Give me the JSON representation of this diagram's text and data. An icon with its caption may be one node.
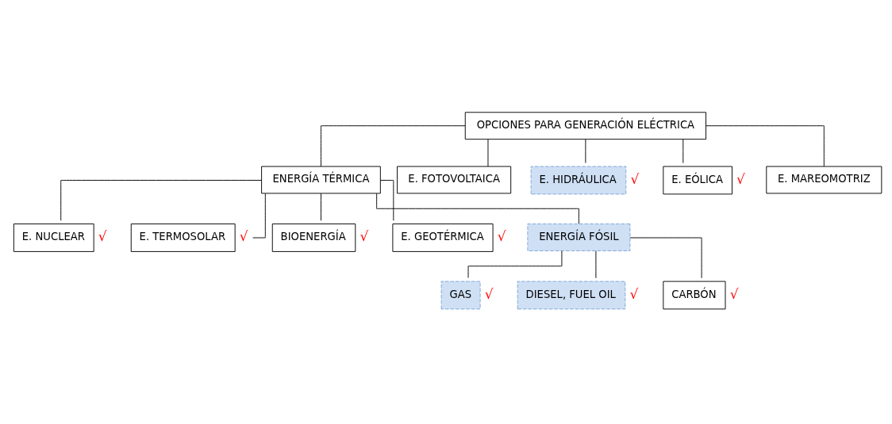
{
  "diagram": {
    "nodes": [
      {
        "text": [
          "OPCIONES PARA GENERACIÓN ELÉCTRICA"
        ]
      },
      {
        "text": [
          "ENERGÍA TÉRMICA"
        ]
      },
      {
        "text": [
          "E. FOTOVOLTAICA"
        ]
      },
      {
        "text": [
          "E. HIDRÁULICA"
        ],
        "beside": [
          "√"
        ]
      },
      {
        "text": [
          "E. EÓLICA"
        ],
        "beside": [
          "√"
        ]
      },
      {
        "text": [
          "E. MAREOMOTRIZ"
        ]
      },
      {
        "text": [
          "E. NUCLEAR"
        ],
        "beside": [
          "√"
        ]
      },
      {
        "text": [
          "E. TERMOSOLAR"
        ],
        "beside": [
          "√"
        ]
      },
      {
        "text": [
          "BIOENERGÍA"
        ],
        "beside": [
          "√"
        ]
      },
      {
        "text": [
          "E. GEOTÉRMICA"
        ],
        "beside": [
          "√"
        ]
      },
      {
        "text": [
          "ENERGÍA FÓSIL"
        ]
      },
      {
        "text": [
          "GAS"
        ],
        "beside": [
          "√"
        ]
      },
      {
        "text": [
          "DIESEL, FUEL OIL"
        ],
        "beside": [
          "√"
        ]
      },
      {
        "text": [
          "CARBÓN"
        ],
        "beside": [
          "√"
        ]
      }
    ],
    "edges": [
      {
        "from": 0,
        "to": 1,
        "arrow": "none"
      },
      {
        "from": 0,
        "to": 2,
        "arrow": "none"
      },
      {
        "from": 0,
        "to": 3,
        "arrow": "none"
      },
      {
        "from": 0,
        "to": 4,
        "arrow": "none"
      },
      {
        "from": 0,
        "to": 5,
        "arrow": "none"
      },
      {
        "from": 1,
        "to": 6,
        "arrow": "none"
      },
      {
        "from": 1,
        "to": 7,
        "arrow": "none"
      },
      {
        "from": 1,
        "to": 8,
        "arrow": "none"
      },
      {
        "from": 1,
        "to": 9,
        "arrow": "none"
      },
      {
        "from": 1,
        "to": 10,
        "arrow": "none"
      },
      {
        "from": 10,
        "to": 11,
        "arrow": "none"
      },
      {
        "from": 10,
        "to": 12,
        "arrow": "none"
      },
      {
        "from": 10,
        "to": 13,
        "arrow": "none"
      }
    ]
  }
}
